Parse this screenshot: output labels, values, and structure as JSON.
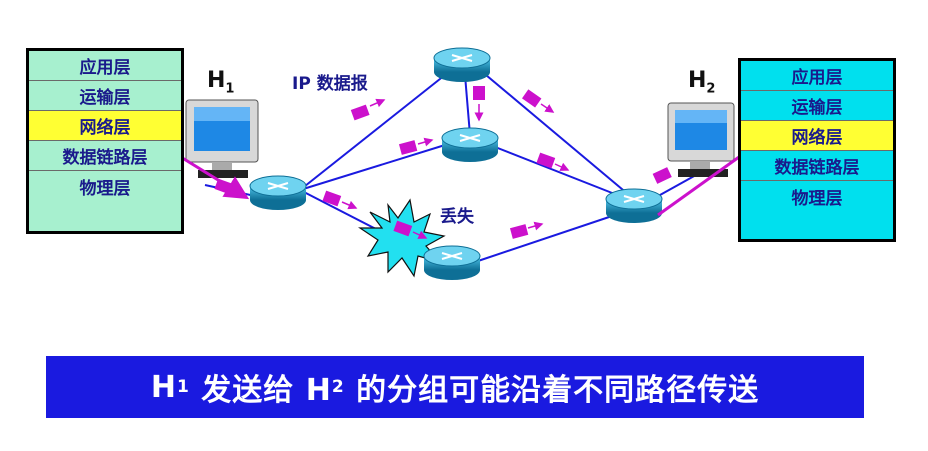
{
  "h1": {
    "label": "H",
    "sub": "1",
    "layers": [
      "应用层",
      "运输层",
      "网络层",
      "数据链路层",
      "物理层"
    ]
  },
  "h2": {
    "label": "H",
    "sub": "2",
    "layers": [
      "应用层",
      "运输层",
      "网络层",
      "数据链路层",
      "物理层"
    ]
  },
  "labels": {
    "datagram": "IP 数据报",
    "lost": "丢失"
  },
  "banner": {
    "part1": "H",
    "sub1": "1",
    "part2": " 发送给 H",
    "sub2": "2",
    "part3": " 的分组可能沿着不同路径传送"
  },
  "colors": {
    "link": "#1a1ae0",
    "packet": "#cc11cc",
    "router": "#1a8fb5",
    "active_layer": "#ffff33"
  }
}
